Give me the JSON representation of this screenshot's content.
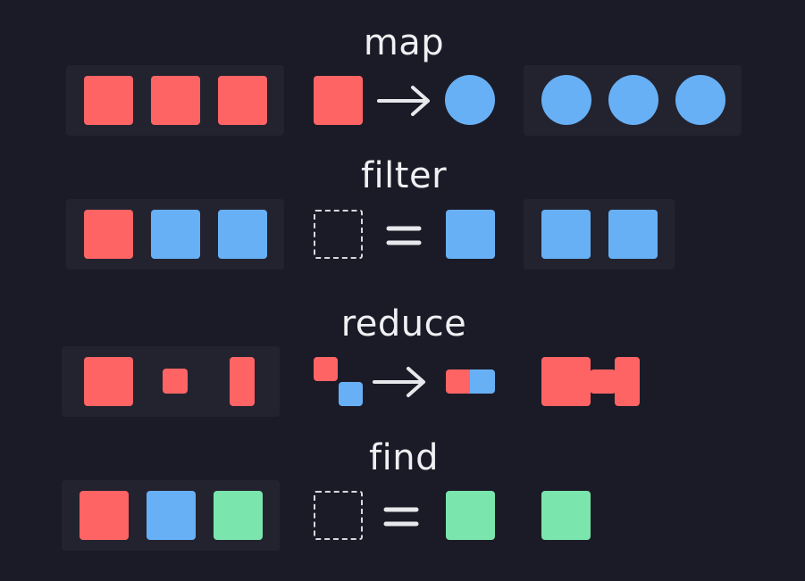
{
  "colors": {
    "background": "#1b1b27",
    "panel": "#232330",
    "red": "#ff6464",
    "blue": "#68b0f5",
    "green": "#7ae5ad",
    "symbol": "#e8e8ec"
  },
  "operations": [
    {
      "name": "map",
      "input": [
        "red-square",
        "red-square",
        "red-square"
      ],
      "transform": "red-square → blue-circle",
      "output": [
        "blue-circle",
        "blue-circle",
        "blue-circle"
      ]
    },
    {
      "name": "filter",
      "input": [
        "red-square",
        "blue-square",
        "blue-square"
      ],
      "transform": "empty-slot = blue-square",
      "output": [
        "blue-square",
        "blue-square"
      ]
    },
    {
      "name": "reduce",
      "input": [
        "red-square",
        "small-red-square",
        "red-bar"
      ],
      "transform": "two-squares → joined-pair",
      "output": [
        "combined-shape"
      ]
    },
    {
      "name": "find",
      "input": [
        "red-square",
        "blue-square",
        "green-square"
      ],
      "transform": "empty-slot = green-square",
      "output": [
        "green-square"
      ]
    }
  ]
}
